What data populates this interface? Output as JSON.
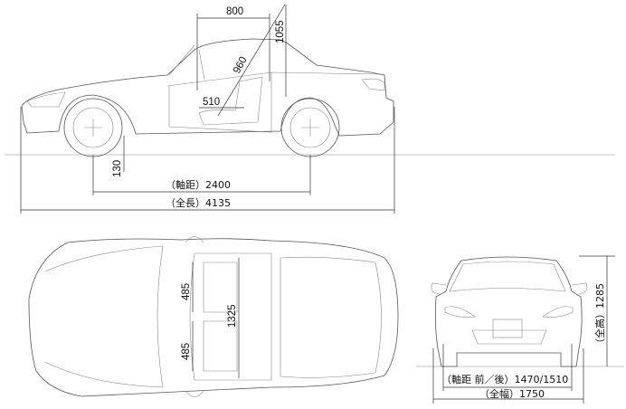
{
  "side_view": {
    "head_clearance_horizontal": "800",
    "overall_height_hardtop": "1055",
    "seat_diagonal": "960",
    "seat_length": "510",
    "ground_clearance": "130",
    "wheelbase": "（軸距）2400",
    "overall_length": "（全長）4135"
  },
  "top_view": {
    "seat_width_front": "485",
    "interior_width": "1325",
    "seat_width_rear": "485"
  },
  "front_view": {
    "tread": "（軸距 前／後）1470/1510",
    "overall_width": "（全幅）1750",
    "overall_height": "（全高）1285"
  }
}
